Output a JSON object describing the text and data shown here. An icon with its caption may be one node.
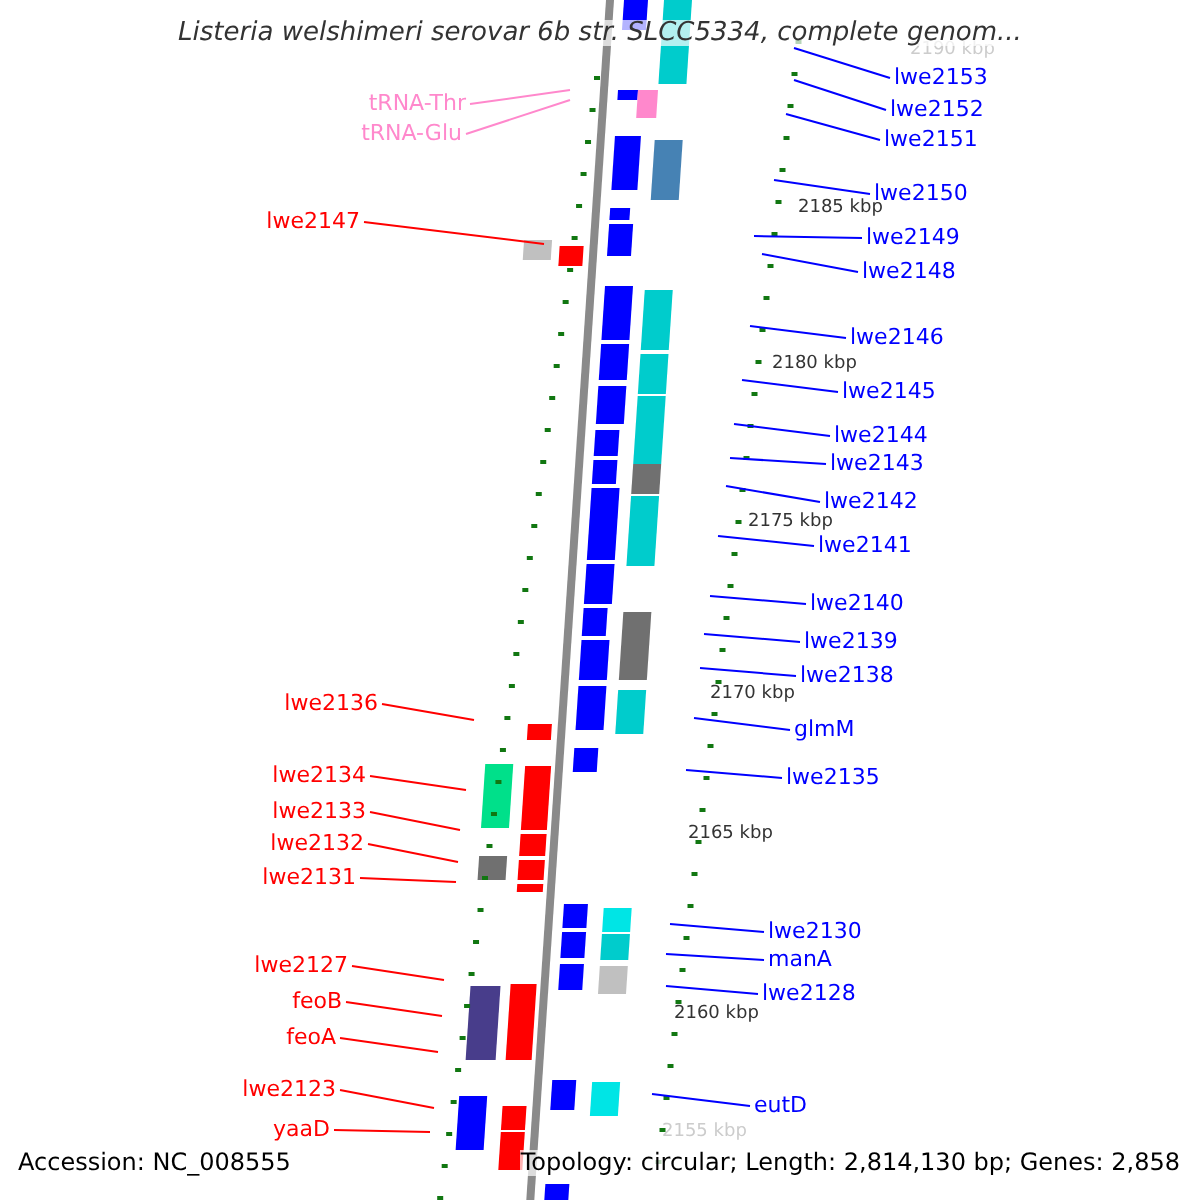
{
  "diagram": {
    "title": "Listeria welshimeri serovar 6b str. SLCC5334, complete genom...",
    "nodes": [
      {
        "text": [
          "tRNA-Thr"
        ]
      },
      {
        "text": [
          "tRNA-Glu"
        ]
      },
      {
        "text": [
          "lwe2147"
        ]
      },
      {
        "text": [
          "lwe2136"
        ]
      },
      {
        "text": [
          "lwe2134"
        ]
      },
      {
        "text": [
          "lwe2133"
        ]
      },
      {
        "text": [
          "lwe2132"
        ]
      },
      {
        "text": [
          "lwe2131"
        ]
      },
      {
        "text": [
          "lwe2127"
        ]
      },
      {
        "text": [
          "feoB"
        ]
      },
      {
        "text": [
          "feoA"
        ]
      },
      {
        "text": [
          "lwe2123"
        ]
      },
      {
        "text": [
          "yaaD"
        ]
      },
      {
        "text": [
          "lwe2153"
        ]
      },
      {
        "text": [
          "lwe2152"
        ]
      },
      {
        "text": [
          "lwe2151"
        ]
      },
      {
        "text": [
          "lwe2150"
        ]
      },
      {
        "text": [
          "lwe2149"
        ]
      },
      {
        "text": [
          "lwe2148"
        ]
      },
      {
        "text": [
          "lwe2146"
        ]
      },
      {
        "text": [
          "lwe2145"
        ]
      },
      {
        "text": [
          "lwe2144"
        ]
      },
      {
        "text": [
          "lwe2143"
        ]
      },
      {
        "text": [
          "lwe2142"
        ]
      },
      {
        "text": [
          "lwe2141"
        ]
      },
      {
        "text": [
          "lwe2140"
        ]
      },
      {
        "text": [
          "lwe2139"
        ]
      },
      {
        "text": [
          "lwe2138"
        ]
      },
      {
        "text": [
          "glmM"
        ]
      },
      {
        "text": [
          "lwe2135"
        ]
      },
      {
        "text": [
          "lwe2130"
        ]
      },
      {
        "text": [
          "manA"
        ]
      },
      {
        "text": [
          "lwe2128"
        ]
      },
      {
        "text": [
          "eutD"
        ]
      }
    ],
    "edges": [
      {
        "from": 0,
        "to": null,
        "arrow": "none",
        "color": "#ff88cc"
      },
      {
        "from": 1,
        "to": null,
        "arrow": "none",
        "color": "#ff88cc"
      },
      {
        "from": 2,
        "to": null,
        "arrow": "none",
        "color": "#ff0000"
      },
      {
        "from": 3,
        "to": null,
        "arrow": "none",
        "color": "#ff0000"
      },
      {
        "from": 4,
        "to": null,
        "arrow": "none",
        "color": "#ff0000"
      },
      {
        "from": 5,
        "to": null,
        "arrow": "none",
        "color": "#ff0000"
      },
      {
        "from": 6,
        "to": null,
        "arrow": "none",
        "color": "#ff0000"
      },
      {
        "from": 7,
        "to": null,
        "arrow": "none",
        "color": "#ff0000"
      },
      {
        "from": 8,
        "to": null,
        "arrow": "none",
        "color": "#ff0000"
      },
      {
        "from": 9,
        "to": null,
        "arrow": "none",
        "color": "#ff0000"
      },
      {
        "from": 10,
        "to": null,
        "arrow": "none",
        "color": "#ff0000"
      },
      {
        "from": 11,
        "to": null,
        "arrow": "none",
        "color": "#ff0000"
      },
      {
        "from": 12,
        "to": null,
        "arrow": "none",
        "color": "#ff0000"
      },
      {
        "from": 13,
        "to": null,
        "arrow": "none"
      },
      {
        "from": 14,
        "to": null,
        "arrow": "none"
      },
      {
        "from": 15,
        "to": null,
        "arrow": "none"
      },
      {
        "from": 16,
        "to": null,
        "arrow": "none"
      },
      {
        "from": 17,
        "to": null,
        "arrow": "none"
      },
      {
        "from": 18,
        "to": null,
        "arrow": "none"
      },
      {
        "from": 19,
        "to": null,
        "arrow": "none"
      },
      {
        "from": 20,
        "to": null,
        "arrow": "none"
      },
      {
        "from": 21,
        "to": null,
        "arrow": "none"
      },
      {
        "from": 22,
        "to": null,
        "arrow": "none"
      },
      {
        "from": 23,
        "to": null,
        "arrow": "none"
      },
      {
        "from": 24,
        "to": null,
        "arrow": "none"
      },
      {
        "from": 25,
        "to": null,
        "arrow": "none"
      },
      {
        "from": 26,
        "to": null,
        "arrow": "none"
      },
      {
        "from": 27,
        "to": null,
        "arrow": "none"
      },
      {
        "from": 28,
        "to": null,
        "arrow": "none"
      },
      {
        "from": 29,
        "to": null,
        "arrow": "none"
      },
      {
        "from": 30,
        "to": null,
        "arrow": "none"
      },
      {
        "from": 31,
        "to": null,
        "arrow": "none"
      },
      {
        "from": 32,
        "to": null,
        "arrow": "none"
      },
      {
        "from": 33,
        "to": null,
        "arrow": "none"
      }
    ],
    "labels": [
      "2190 kbp",
      "2185 kbp",
      "2180 kbp",
      "2175 kbp",
      "2170 kbp",
      "2165 kbp",
      "2160 kbp",
      "2155 kbp",
      "Accession: NC_008555",
      "Topology: circular; Length: 2,814,130 bp; Genes: 2,858"
    ]
  }
}
